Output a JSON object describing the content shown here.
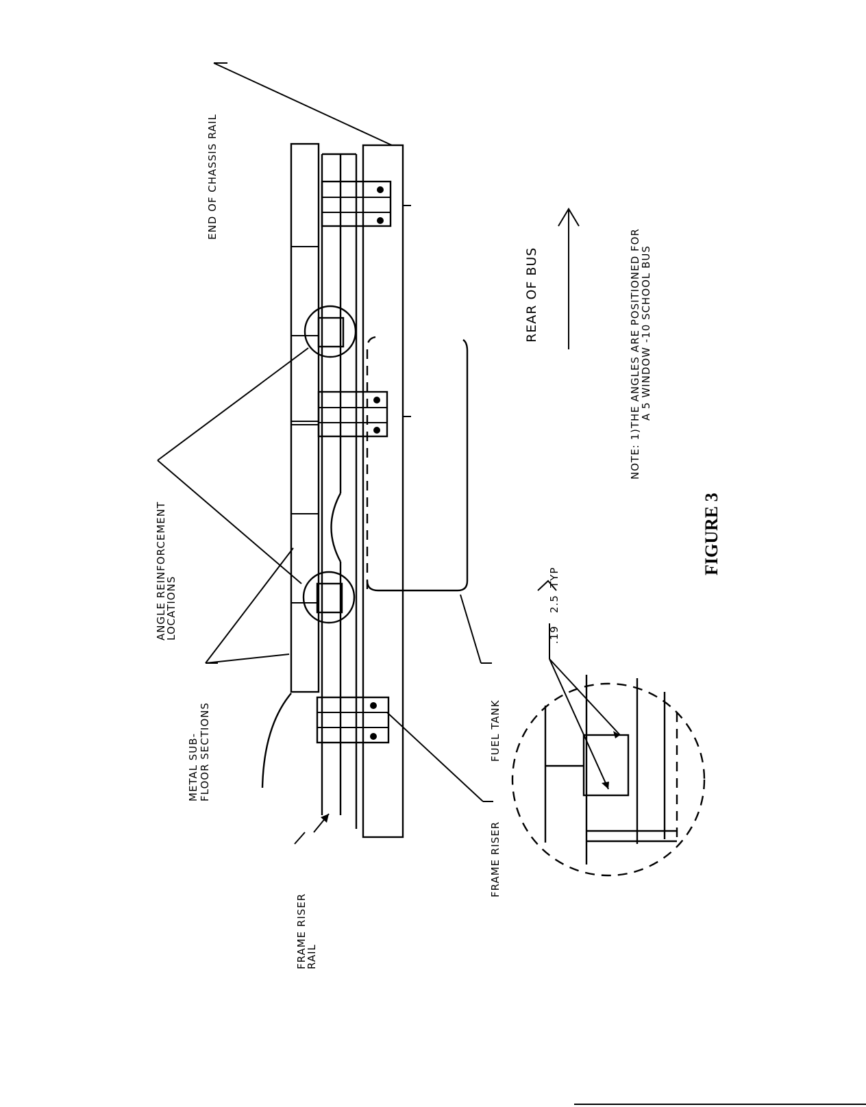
{
  "labels": {
    "end_of_chassis_rail": "END OF CHASSIS RAIL",
    "angle_reinforcement_1": "ANGLE REINFORCEMENT",
    "angle_reinforcement_2": "LOCATIONS",
    "metal_subfloor_1": "METAL SUB-",
    "metal_subfloor_2": "FLOOR SECTIONS",
    "frame_riser_rail_1": "FRAME RISER",
    "frame_riser_rail_2": "RAIL",
    "frame_riser": "FRAME RISER",
    "fuel_tank": "FUEL TANK",
    "rear_of_bus": "REAR OF BUS",
    "weld_spec_1": ".19",
    "weld_spec_2": "2.5",
    "weld_spec_3": "TYP",
    "note_1": "NOTE: 1)THE ANGLES ARE POSITIONED FOR",
    "note_2": "A 5 WINDOW -10 SCHOOL BUS",
    "figure_title": "FIGURE 3"
  }
}
